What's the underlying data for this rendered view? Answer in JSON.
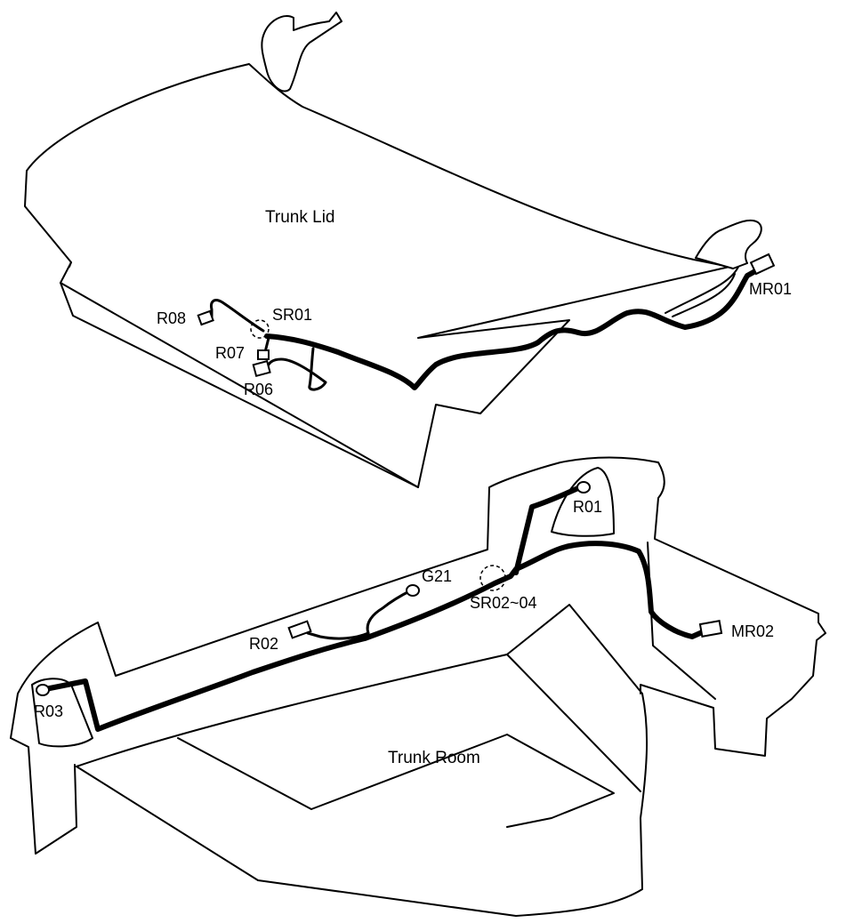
{
  "areas": {
    "trunk_lid": "Trunk Lid",
    "trunk_room": "Trunk Room"
  },
  "connectors": {
    "r08": "R08",
    "sr01": "SR01",
    "r07": "R07",
    "r06": "R06",
    "mr01": "MR01",
    "r01": "R01",
    "g21": "G21",
    "sr02_04": "SR02~04",
    "r02": "R02",
    "mr02": "MR02",
    "r03": "R03"
  }
}
